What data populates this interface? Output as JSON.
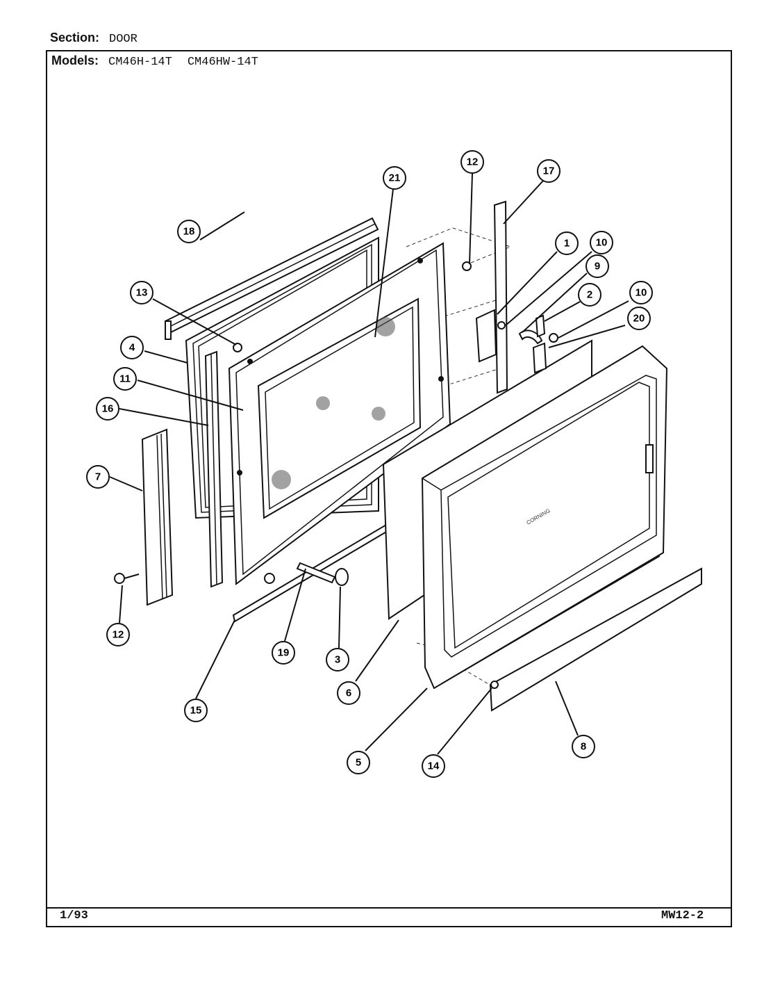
{
  "header": {
    "section_label": "Section:",
    "section_value": "DOOR",
    "models_label": "Models:",
    "models": [
      "CM46H-14T",
      "CM46HW-14T"
    ]
  },
  "footer": {
    "date": "1/93",
    "code": "MW12-2"
  },
  "diagram": {
    "door_label_text": "CORNING",
    "callouts": [
      {
        "id": "12",
        "target": "screw-top"
      },
      {
        "id": "17",
        "target": "latch-rod"
      },
      {
        "id": "21",
        "target": "window-screen"
      },
      {
        "id": "18",
        "target": "top-trim"
      },
      {
        "id": "1",
        "target": "latch-bracket"
      },
      {
        "id": "10",
        "target": "nut-upper"
      },
      {
        "id": "9",
        "target": "latch-spring"
      },
      {
        "id": "2",
        "target": "latch-plate"
      },
      {
        "id": "10",
        "target": "nut-lower"
      },
      {
        "id": "20",
        "target": "latch-assembly"
      },
      {
        "id": "13",
        "target": "screw-frame"
      },
      {
        "id": "4",
        "target": "door-seal"
      },
      {
        "id": "11",
        "target": "inner-door-panel"
      },
      {
        "id": "16",
        "target": "side-seal"
      },
      {
        "id": "7",
        "target": "hinge"
      },
      {
        "id": "12",
        "target": "hinge-screw"
      },
      {
        "id": "19",
        "target": "choke-spacer"
      },
      {
        "id": "3",
        "target": "bumper"
      },
      {
        "id": "15",
        "target": "bottom-strip"
      },
      {
        "id": "6",
        "target": "glass-panel"
      },
      {
        "id": "5",
        "target": "outer-door-frame"
      },
      {
        "id": "14",
        "target": "screw-bottom"
      },
      {
        "id": "8",
        "target": "bottom-trim"
      }
    ]
  }
}
